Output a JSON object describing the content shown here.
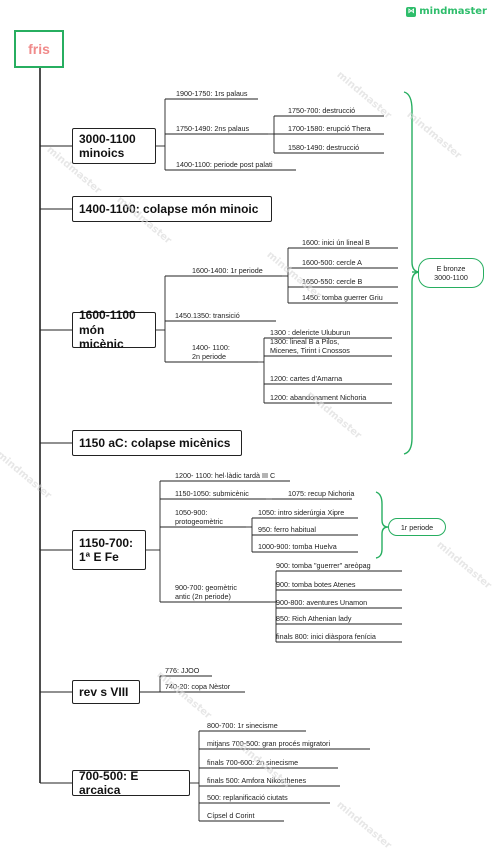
{
  "brand": {
    "label": "mindmaster",
    "icon": "mindmaster-logo-icon"
  },
  "root": {
    "label": "fris"
  },
  "watermark": "mindmaster",
  "topics": [
    {
      "label": "3000-1100\nminoics",
      "items": [
        {
          "label": "1900-1750: 1rs palaus",
          "children": []
        },
        {
          "label": "1750-1490: 2ns palaus",
          "children": [
            {
              "label": "1750-700: destrucció"
            },
            {
              "label": "1700-1580: erupció Thera"
            },
            {
              "label": "1580-1490: destrucció"
            }
          ]
        },
        {
          "label": "1400-1100: periode post palati",
          "children": []
        }
      ]
    },
    {
      "label": "1400-1100: colapse món minoic",
      "items": []
    },
    {
      "label": "1600-1100\nmón micènic",
      "items": [
        {
          "label": "1600-1400: 1r periode",
          "children": [
            {
              "label": "1600: inici ún lineal B"
            },
            {
              "label": "1600-500: cercle A"
            },
            {
              "label": "1650-550: cercle B"
            },
            {
              "label": "1450: tomba guerrer Griu"
            }
          ]
        },
        {
          "label": "1450.1350: transició",
          "children": []
        },
        {
          "label": "1400- 1100:\n2n periode",
          "children": [
            {
              "label": "1300 : delericte Uluburun"
            },
            {
              "label": "1300: lineal B a Pilos,\nMicenes, Tirint i Cnossos"
            },
            {
              "label": "1200: cartes d'Amarna"
            },
            {
              "label": "1200: abandonament Nichoria"
            }
          ]
        }
      ]
    },
    {
      "label": "1150 aC: colapse micènics",
      "items": []
    },
    {
      "label": "1150-700:\n1ª E Fe",
      "items": [
        {
          "label": "1200- 1100: hel·làdic tardà III C",
          "children": []
        },
        {
          "label": "1150-1050: submicènic",
          "children": [
            {
              "label": "1075: recup Nichoria"
            }
          ]
        },
        {
          "label": "1050-900:\nprotogeomètric",
          "children": [
            {
              "label": "1050: intro siderúrgia Xipre"
            },
            {
              "label": "950: ferro habitual"
            },
            {
              "label": "1000-900: tomba Huelva"
            }
          ]
        },
        {
          "label": "900-700: geomètric\nantic (2n periode)",
          "children": [
            {
              "label": "900: tomba \"guerrer\" areòpag"
            },
            {
              "label": "900: tomba botes Atenes"
            },
            {
              "label": "900-800: aventures Unamon"
            },
            {
              "label": "850: Rich Athenian lady"
            },
            {
              "label": "finals 800: inici diàspora fenícia"
            }
          ]
        }
      ]
    },
    {
      "label": "rev s VIII",
      "items": [
        {
          "label": "776: JJOO",
          "children": []
        },
        {
          "label": "740-20: copa Nèstor",
          "children": []
        }
      ]
    },
    {
      "label": "700-500: E arcaica",
      "items": [
        {
          "label": "800-700: 1r sinecisme",
          "children": []
        },
        {
          "label": "mitjans 700-500: gran procés migratori",
          "children": []
        },
        {
          "label": "finals 700-600: 2n sinecisme",
          "children": []
        },
        {
          "label": "finals 500: Amfora Nikosthenes",
          "children": []
        },
        {
          "label": "500: replanificació ciutats",
          "children": []
        },
        {
          "label": "Cípsel d Corint",
          "children": []
        }
      ]
    }
  ],
  "summaries": [
    {
      "label": "E bronze\n3000-1100"
    },
    {
      "label": "1r periode"
    }
  ]
}
